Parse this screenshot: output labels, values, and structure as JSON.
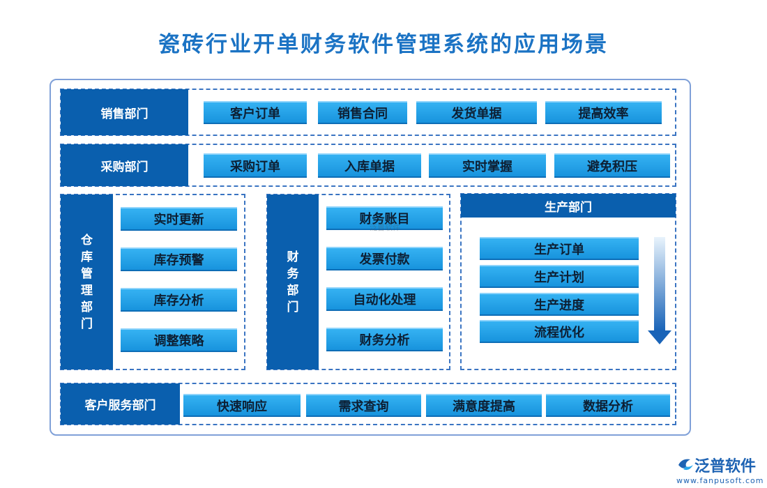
{
  "title": "瓷砖行业开单财务软件管理系统的应用场景",
  "sales": {
    "dept": "销售部门",
    "items": [
      "客户订单",
      "销售合同",
      "发货单据",
      "提高效率"
    ]
  },
  "purchase": {
    "dept": "采购部门",
    "items": [
      "采购订单",
      "入库单据",
      "实时掌握",
      "避免积压"
    ]
  },
  "warehouse": {
    "dept_chars": [
      "仓",
      "库",
      "管",
      "理",
      "部",
      "门"
    ],
    "items": [
      "实时更新",
      "库存预警",
      "库存分析",
      "调整策略"
    ]
  },
  "finance": {
    "dept_chars": [
      "财",
      "务",
      "部",
      "门"
    ],
    "items": [
      "财务账目",
      "发票付款",
      "自动化处理",
      "财务分析"
    ]
  },
  "production": {
    "dept": "生产部门",
    "items": [
      "生产订单",
      "生产计划",
      "生产进度",
      "流程优化"
    ]
  },
  "service": {
    "dept": "客户服务部门",
    "items": [
      "快速响应",
      "需求查询",
      "满意度提高",
      "数据分析"
    ]
  },
  "logo": {
    "name": "泛普软件",
    "url": "www.fanpusoft.com"
  },
  "watermark": "泛普软件",
  "colors": {
    "title": "#1b73c4",
    "dept": "#0a5fae",
    "chip": "#29a6ec",
    "border": "#3a74c2"
  }
}
